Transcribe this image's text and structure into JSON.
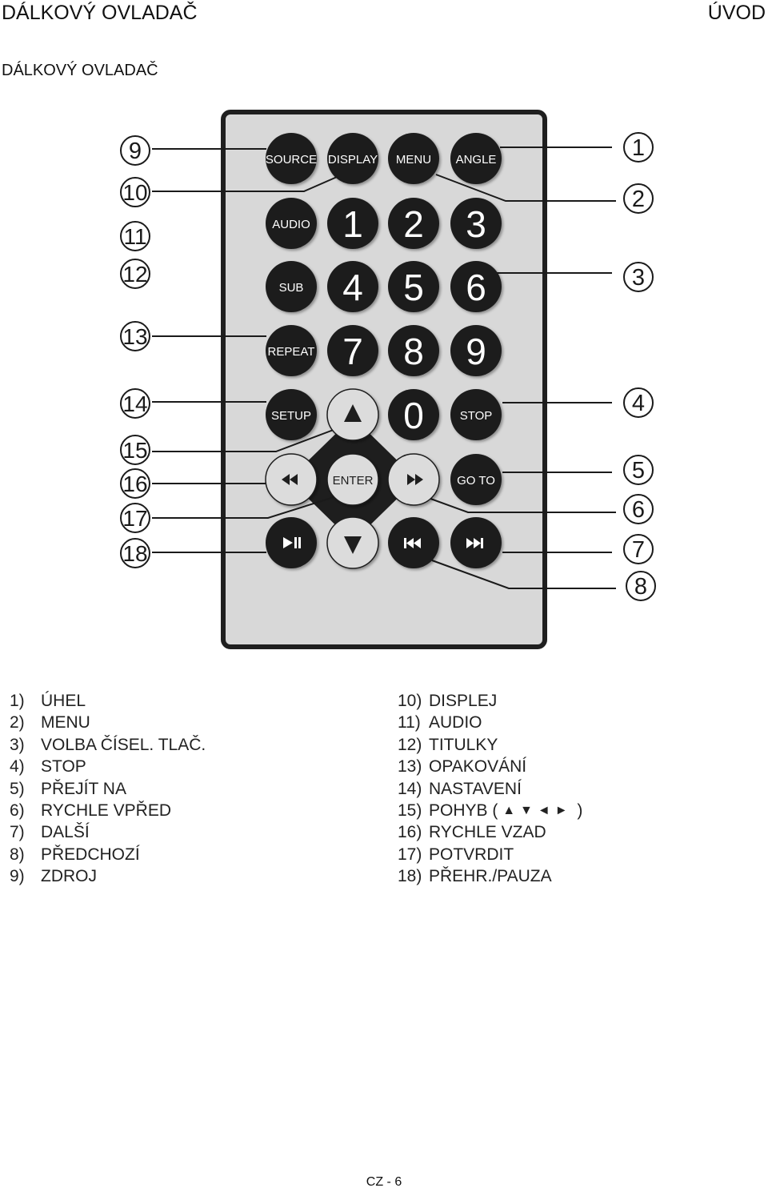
{
  "header": {
    "left": "DÁLKOVÝ OVLADAČ",
    "right": "ÚVOD"
  },
  "section_title": "DÁLKOVÝ OVLADAČ",
  "remote": {
    "buttons": [
      {
        "id": "source",
        "label": "SOURCE",
        "style": "text"
      },
      {
        "id": "display",
        "label": "DISPLAY",
        "style": "text"
      },
      {
        "id": "menu",
        "label": "MENU",
        "style": "text"
      },
      {
        "id": "angle",
        "label": "ANGLE",
        "style": "text"
      },
      {
        "id": "audio",
        "label": "AUDIO",
        "style": "text"
      },
      {
        "id": "num1",
        "label": "1",
        "style": "digit"
      },
      {
        "id": "num2",
        "label": "2",
        "style": "digit"
      },
      {
        "id": "num3",
        "label": "3",
        "style": "digit"
      },
      {
        "id": "sub",
        "label": "SUB",
        "style": "text"
      },
      {
        "id": "num4",
        "label": "4",
        "style": "digit"
      },
      {
        "id": "num5",
        "label": "5",
        "style": "digit"
      },
      {
        "id": "num6",
        "label": "6",
        "style": "digit"
      },
      {
        "id": "repeat",
        "label": "REPEAT",
        "style": "text"
      },
      {
        "id": "num7",
        "label": "7",
        "style": "digit"
      },
      {
        "id": "num8",
        "label": "8",
        "style": "digit"
      },
      {
        "id": "num9",
        "label": "9",
        "style": "digit"
      },
      {
        "id": "setup",
        "label": "SETUP",
        "style": "text"
      },
      {
        "id": "num0",
        "label": "0",
        "style": "digit"
      },
      {
        "id": "stop",
        "label": "STOP",
        "style": "text"
      },
      {
        "id": "goto",
        "label": "GO TO",
        "style": "text"
      },
      {
        "id": "enter",
        "label": "ENTER",
        "style": "text"
      }
    ],
    "callouts_left": [
      "9",
      "10",
      "11",
      "12",
      "13",
      "14",
      "15",
      "16",
      "17",
      "18"
    ],
    "callouts_right": [
      "1",
      "2",
      "3",
      "4",
      "5",
      "6",
      "7",
      "8"
    ]
  },
  "legend": {
    "left": [
      {
        "num": "1)",
        "text": "ÚHEL"
      },
      {
        "num": "2)",
        "text": "MENU"
      },
      {
        "num": "3)",
        "text": "VOLBA ČÍSEL. TLAČ."
      },
      {
        "num": "4)",
        "text": "STOP"
      },
      {
        "num": "5)",
        "text": "PŘEJÍT NA"
      },
      {
        "num": "6)",
        "text": "RYCHLE VPŘED"
      },
      {
        "num": "7)",
        "text": "DALŠÍ"
      },
      {
        "num": "8)",
        "text": "PŘEDCHOZÍ"
      },
      {
        "num": "9)",
        "text": "ZDROJ"
      }
    ],
    "right": [
      {
        "num": "10)",
        "text": "DISPLEJ"
      },
      {
        "num": "11)",
        "text": "AUDIO"
      },
      {
        "num": "12)",
        "text": "TITULKY"
      },
      {
        "num": "13)",
        "text": "OPAKOVÁNÍ"
      },
      {
        "num": "14)",
        "text": "NASTAVENÍ"
      },
      {
        "num": "15)",
        "text": "POHYB (",
        "arrows": "▲▼◄►",
        "suffix": ")"
      },
      {
        "num": "16)",
        "text": "RYCHLE VZAD"
      },
      {
        "num": "17)",
        "text": "POTVRDIT"
      },
      {
        "num": "18)",
        "text": "PŘEHR./PAUZA"
      }
    ]
  },
  "footer": "CZ - 6",
  "colors": {
    "remote_body": "#d8d8d8",
    "remote_border": "#1f1f1f",
    "button": "#1e1e1e",
    "light_button": "#dcdcdc",
    "button_text": "#ffffff"
  }
}
